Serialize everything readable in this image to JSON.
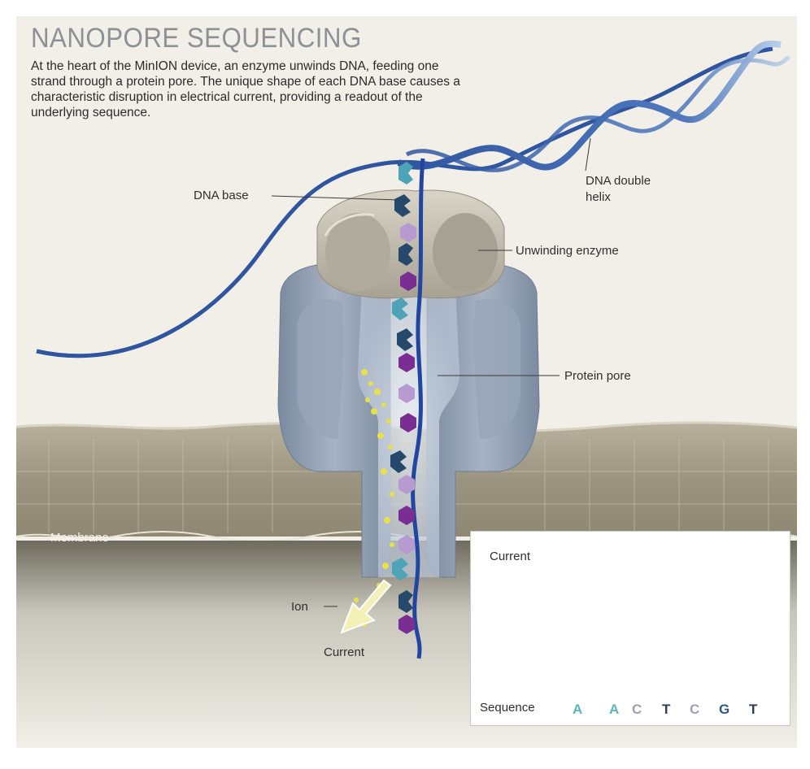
{
  "title": "NANOPORE SEQUENCING",
  "intro": "At the heart of the MinION device, an enzyme unwinds DNA, feeding one strand through a protein pore. The unique shape of each DNA base causes a characteristic disruption in electrical current, providing a readout of the underlying sequence.",
  "labels": {
    "dna_base": "DNA base",
    "dna_helix_line1": "DNA double",
    "dna_helix_line2": "helix",
    "enzyme": "Unwinding enzyme",
    "pore": "Protein pore",
    "membrane": "Membrane",
    "ion": "Ion",
    "current": "Current"
  },
  "graph": {
    "current_label": "Current",
    "sequence_label": "Sequence",
    "sequence": [
      "A",
      "A",
      "C",
      "T",
      "C",
      "G",
      "T"
    ],
    "sequence_colors": [
      "#5fb5b5",
      "#5fb5b5",
      "#a49bb8",
      "#2e3e55",
      "#a49bb8",
      "#2f5a7a",
      "#2e3e55"
    ]
  },
  "colors": {
    "background": "#f1efe7",
    "dna": "#2f55a0",
    "enzyme": "#c4beaf",
    "pore": "#8d9bb0",
    "membrane": "#a09a86",
    "ion": "#e7e04a"
  }
}
